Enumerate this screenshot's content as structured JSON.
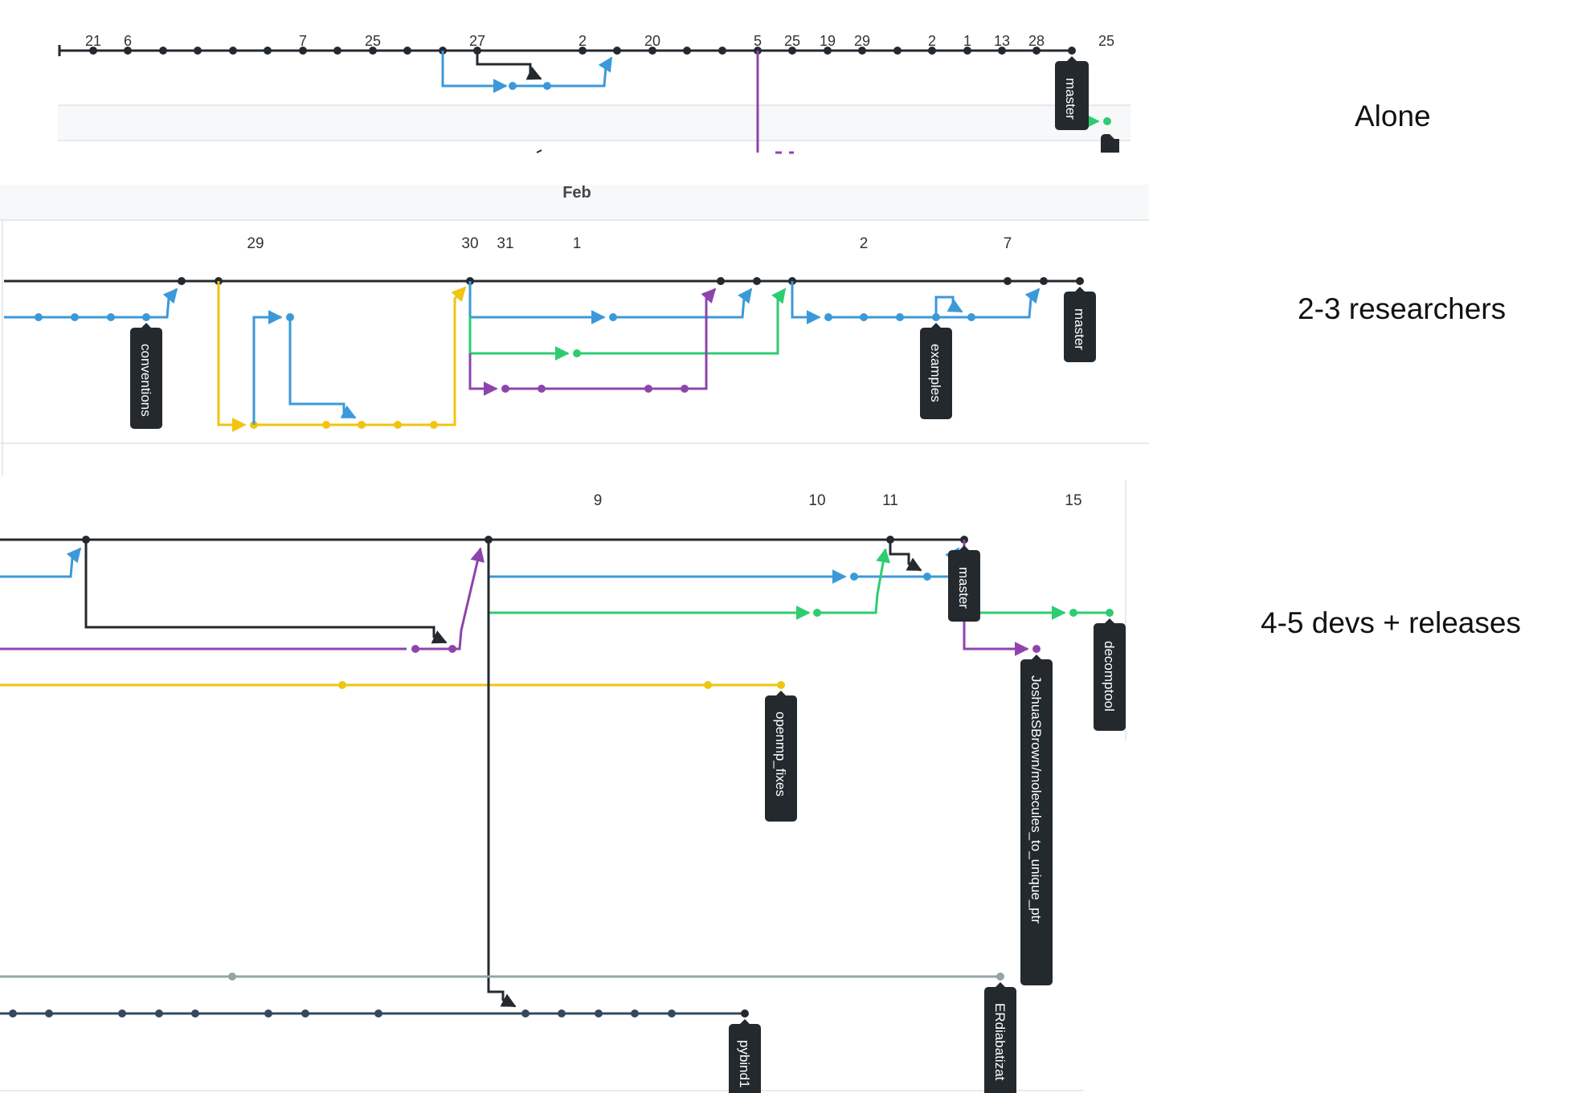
{
  "colors": {
    "black": "#24292e",
    "blue": "#3b99d9",
    "yellow": "#f1c40f",
    "green": "#2ecc71",
    "purple": "#8e44ad",
    "grey": "#95a5a6",
    "darkslate": "#34495e",
    "tag_bg": "#24292e",
    "tag_text": "#ffffff"
  },
  "section_labels": {
    "alone": "Alone",
    "researchers": "2-3 researchers",
    "devs": "4-5 devs + releases"
  },
  "panel_alone": {
    "dates": [
      "21",
      "6",
      "7",
      "25",
      "27",
      "2",
      "20",
      "5",
      "25",
      "19",
      "29",
      "2",
      "1",
      "13",
      "28",
      "25"
    ],
    "tags": [
      "master"
    ]
  },
  "panel_researchers": {
    "month": "Feb",
    "dates": [
      "29",
      "30",
      "31",
      "1",
      "2",
      "7"
    ],
    "tags": [
      "conventions",
      "examples",
      "master"
    ]
  },
  "panel_devs": {
    "dates": [
      "9",
      "10",
      "11",
      "15"
    ],
    "tags": [
      "master",
      "JoshuaSBrown/molecules_to_unique_ptr",
      "decomptool",
      "openmp_fixes",
      "pybind1",
      "ERdiabatizat"
    ]
  }
}
